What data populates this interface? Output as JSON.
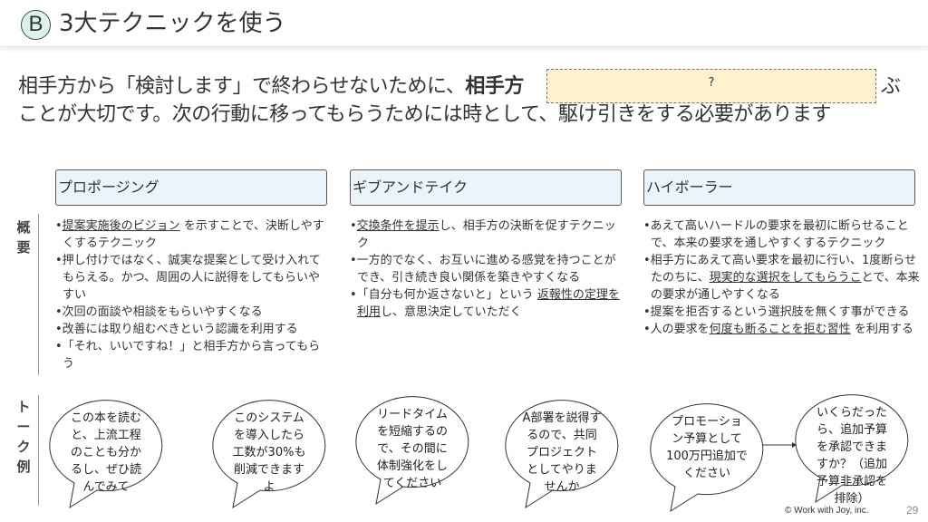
{
  "header": {
    "badge": "B",
    "title": "3大テクニックを使う"
  },
  "lead": {
    "line1_pre": "相手方から「検討します」で終わらせないために、",
    "line1_bold": "相手方",
    "line1_end": "ぶ",
    "line2": "ことが大切です。次の行動に移ってもらうためには時として、駆け引きをする必要があります"
  },
  "overlay": {
    "text": "?"
  },
  "side": {
    "summary": "概要",
    "talk": "トーク例"
  },
  "columns": [
    {
      "title": "プロポージング",
      "bullets": [
        [
          {
            "t": "•"
          },
          {
            "t": "提案実施後のビジョン",
            "u": true
          },
          {
            "t": " を示すことで、決断しやすくするテクニック"
          }
        ],
        [
          {
            "t": "•押し付けではなく、誠実な提案として受け入れてもらえる。かつ、周囲の人に説得をしてもらいやすい"
          }
        ],
        [
          {
            "t": "•次回の面談や相談をもらいやすくなる"
          }
        ],
        [
          {
            "t": "•改善には取り組むべきという認識を利用する"
          }
        ],
        [
          {
            "t": "•「それ、いいですね！」と相手方から言ってもらう"
          }
        ]
      ]
    },
    {
      "title": "ギブアンドテイク",
      "bullets": [
        [
          {
            "t": "•"
          },
          {
            "t": "交換条件を提示",
            "u": true
          },
          {
            "t": "し、相手方の決断を促すテクニック"
          }
        ],
        [
          {
            "t": "•一方的でなく、お互いに進める感覚を持つことができ、引き続き良い関係を築きやすくなる"
          }
        ],
        [
          {
            "t": "•「自分も何か返さないと」という "
          },
          {
            "t": "返報性の定理を利用",
            "u": true
          },
          {
            "t": "し、意思決定していただく"
          }
        ]
      ]
    },
    {
      "title": "ハイボーラー",
      "bullets": [
        [
          {
            "t": "•あえて高いハードルの要求を最初に断らせることで、本来の要求を通しやすくするテクニック"
          }
        ],
        [
          {
            "t": "•相手方にあえて高い要求を最初に行い、1度断らせたのちに、"
          },
          {
            "t": "現実的な選択をしてもらうこ",
            "u": true
          },
          {
            "t": "とで、本来の要求が通しやすくなる"
          }
        ],
        [
          {
            "t": "•提案を拒否するという選択肢を無くす事ができる"
          }
        ],
        [
          {
            "t": "•人の要求を"
          },
          {
            "t": "何度も断ることを拒む習性",
            "u": true
          },
          {
            "t": " を利用する"
          }
        ]
      ]
    }
  ],
  "talks": [
    "この本を読むと、上流工程のことも分かるし、ぜひ読んでみて",
    "このシステムを導入したら工数が30%も削減できますよ",
    "リードタイムを短縮するので、その間に体制強化をしてください",
    "A部署を説得するので、共同プロジェクトとしてやりませんか",
    "プロモーション予算として100万円追加でください",
    "いくらだったら、追加予算を承認できますか？（追加予算非承認を排除）"
  ],
  "footer": {
    "copyright": "© Work with Joy, inc.",
    "page": "29"
  }
}
